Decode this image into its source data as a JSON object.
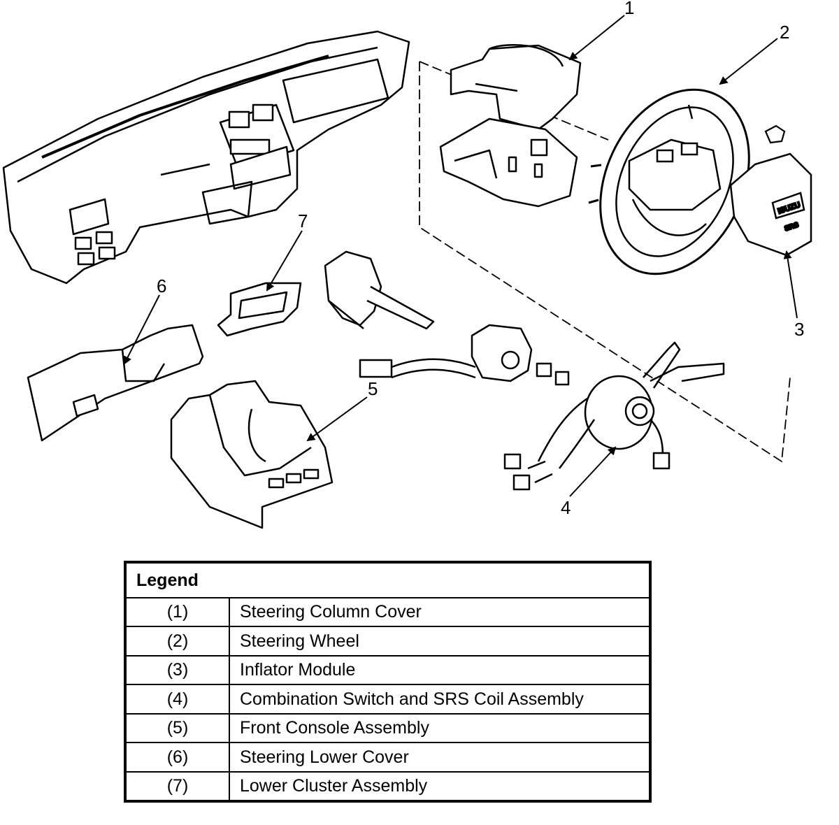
{
  "callouts": [
    "1",
    "2",
    "3",
    "4",
    "5",
    "6",
    "7"
  ],
  "legend": {
    "title": "Legend",
    "rows": [
      {
        "num": "(1)",
        "desc": "Steering Column Cover"
      },
      {
        "num": "(2)",
        "desc": "Steering Wheel"
      },
      {
        "num": "(3)",
        "desc": "Inflator Module"
      },
      {
        "num": "(4)",
        "desc": "Combination Switch and SRS Coil Assembly"
      },
      {
        "num": "(5)",
        "desc": "Front Console Assembly"
      },
      {
        "num": "(6)",
        "desc": "Steering Lower Cover"
      },
      {
        "num": "(7)",
        "desc": "Lower Cluster Assembly"
      }
    ]
  },
  "labels": {
    "airbag_logo": "ISUZU",
    "airbag_mark": "SRS"
  }
}
